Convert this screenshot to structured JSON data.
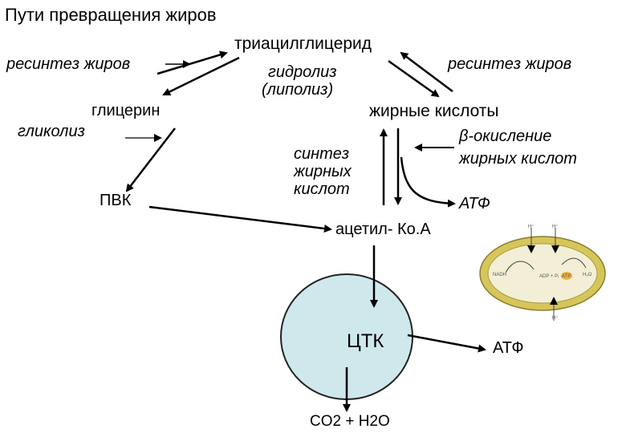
{
  "title": "Пути превращения жиров",
  "labels": {
    "tag": "триацилглицерид",
    "resynthesis_left": "ресинтез жиров",
    "resynthesis_right": "ресинтез жиров",
    "hydrolysis_line1": "гидролиз",
    "hydrolysis_line2": "(липолиз)",
    "glycerol": "глицерин",
    "glycolysis": "гликолиз",
    "fatty_acids": "жирные кислоты",
    "beta_oxidation_line1": "β-окисление",
    "beta_oxidation_line2": "жирных кислот",
    "fa_synthesis_line1": "синтез",
    "fa_synthesis_line2": "жирных",
    "fa_synthesis_line3": "кислот",
    "pvk": "ПВК",
    "atp_upper": "АТФ",
    "acetyl_coa": "ацетил- Ко.А",
    "tca": "ЦТК",
    "atp_right": "АТФ",
    "products": "CO2 + H2O"
  },
  "colors": {
    "tca_circle": "#cfe8ec",
    "mito_outer": "#d6c65a",
    "mito_inner": "#f3efd6"
  },
  "mito_labels": {
    "h_top_left": "H⁺",
    "h_top_right": "H⁺",
    "h_bottom_right": "H⁺",
    "nadh": "NADH",
    "adp": "ADP + Pᵢ",
    "atp": "ATP",
    "h2o": "H₂O"
  }
}
